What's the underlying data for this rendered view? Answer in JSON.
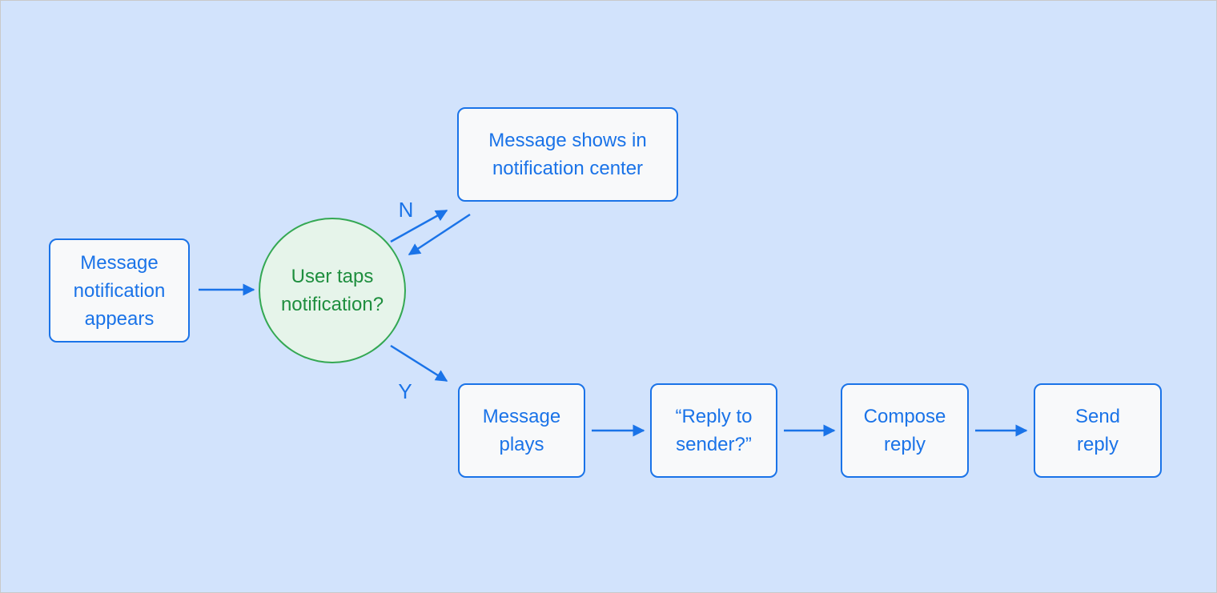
{
  "diagram": {
    "nodes": {
      "start": {
        "shape": "rect",
        "label": "Message\nnotification\nappears"
      },
      "decision": {
        "shape": "circle",
        "label": "User taps\nnotification?"
      },
      "notification_center": {
        "shape": "rect",
        "label": "Message shows in\nnotification center"
      },
      "message_plays": {
        "shape": "rect",
        "label": "Message\nplays"
      },
      "reply_to_sender": {
        "shape": "rect",
        "label": "“Reply to\nsender?”"
      },
      "compose_reply": {
        "shape": "rect",
        "label": "Compose\nreply"
      },
      "send_reply": {
        "shape": "rect",
        "label": "Send\nreply"
      }
    },
    "edges": {
      "no_label": "N",
      "yes_label": "Y"
    },
    "colors": {
      "background": "#d2e3fc",
      "node_fill": "#f8f9fa",
      "node_border": "#1a73e8",
      "node_text": "#1a73e8",
      "decision_fill": "#e6f4ea",
      "decision_border": "#34a853",
      "decision_text": "#1e8e3e",
      "arrow": "#1a73e8"
    }
  }
}
